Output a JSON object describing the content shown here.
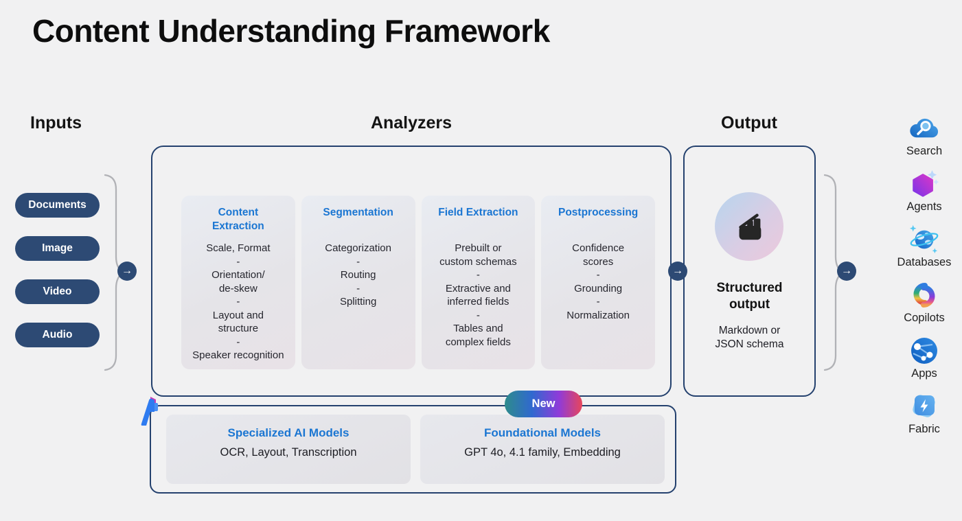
{
  "title": "Content Understanding Framework",
  "section_labels": {
    "inputs": "Inputs",
    "analyzers": "Analyzers",
    "output": "Output"
  },
  "inputs": {
    "items": [
      "Documents",
      "Image",
      "Video",
      "Audio"
    ]
  },
  "analyzer_cards": [
    {
      "title": "Content\nExtraction",
      "items": [
        "Scale, Format",
        "Orientation/\nde-skew",
        "Layout and\nstructure",
        "Speaker recognition"
      ]
    },
    {
      "title": "Segmentation",
      "items": [
        "Categorization",
        "Routing",
        "Splitting"
      ]
    },
    {
      "title": "Field Extraction",
      "items": [
        "Prebuilt or\ncustom schemas",
        "Extractive and\ninferred fields",
        "Tables and\ncomplex fields"
      ]
    },
    {
      "title": "Postprocessing",
      "items": [
        "Confidence\nscores",
        "Grounding",
        "Normalization"
      ]
    }
  ],
  "output_card": {
    "title": "Structured output",
    "subtitle": "Markdown or\nJSON schema",
    "icon": "open-toolbox-icon"
  },
  "models_section": {
    "badge": "New",
    "cards": [
      {
        "title": "Specialized AI Models",
        "subtitle": "OCR, Layout, Transcription"
      },
      {
        "title": "Foundational Models",
        "subtitle": "GPT 4o, 4.1 family, Embedding"
      }
    ]
  },
  "destinations": [
    {
      "label": "Search",
      "icon": "search-cloud-icon"
    },
    {
      "label": "Agents",
      "icon": "agents-hexagon-icon"
    },
    {
      "label": "Databases",
      "icon": "databases-globe-icon"
    },
    {
      "label": "Copilots",
      "icon": "copilot-icon"
    },
    {
      "label": "Apps",
      "icon": "apps-network-icon"
    },
    {
      "label": "Fabric",
      "icon": "fabric-icon"
    }
  ],
  "flow_arrow_glyph": "→",
  "colors": {
    "navy": "#2d4a74",
    "box_border": "#24416e",
    "accent_blue": "#1b76d2",
    "background": "#f1f1f2",
    "badge_gradient": [
      "#2e8b8b",
      "#3069cf",
      "#8f3bd9",
      "#e8465a"
    ],
    "output_circle_gradient": [
      "#b7d5ee",
      "#ecc9dc"
    ]
  }
}
